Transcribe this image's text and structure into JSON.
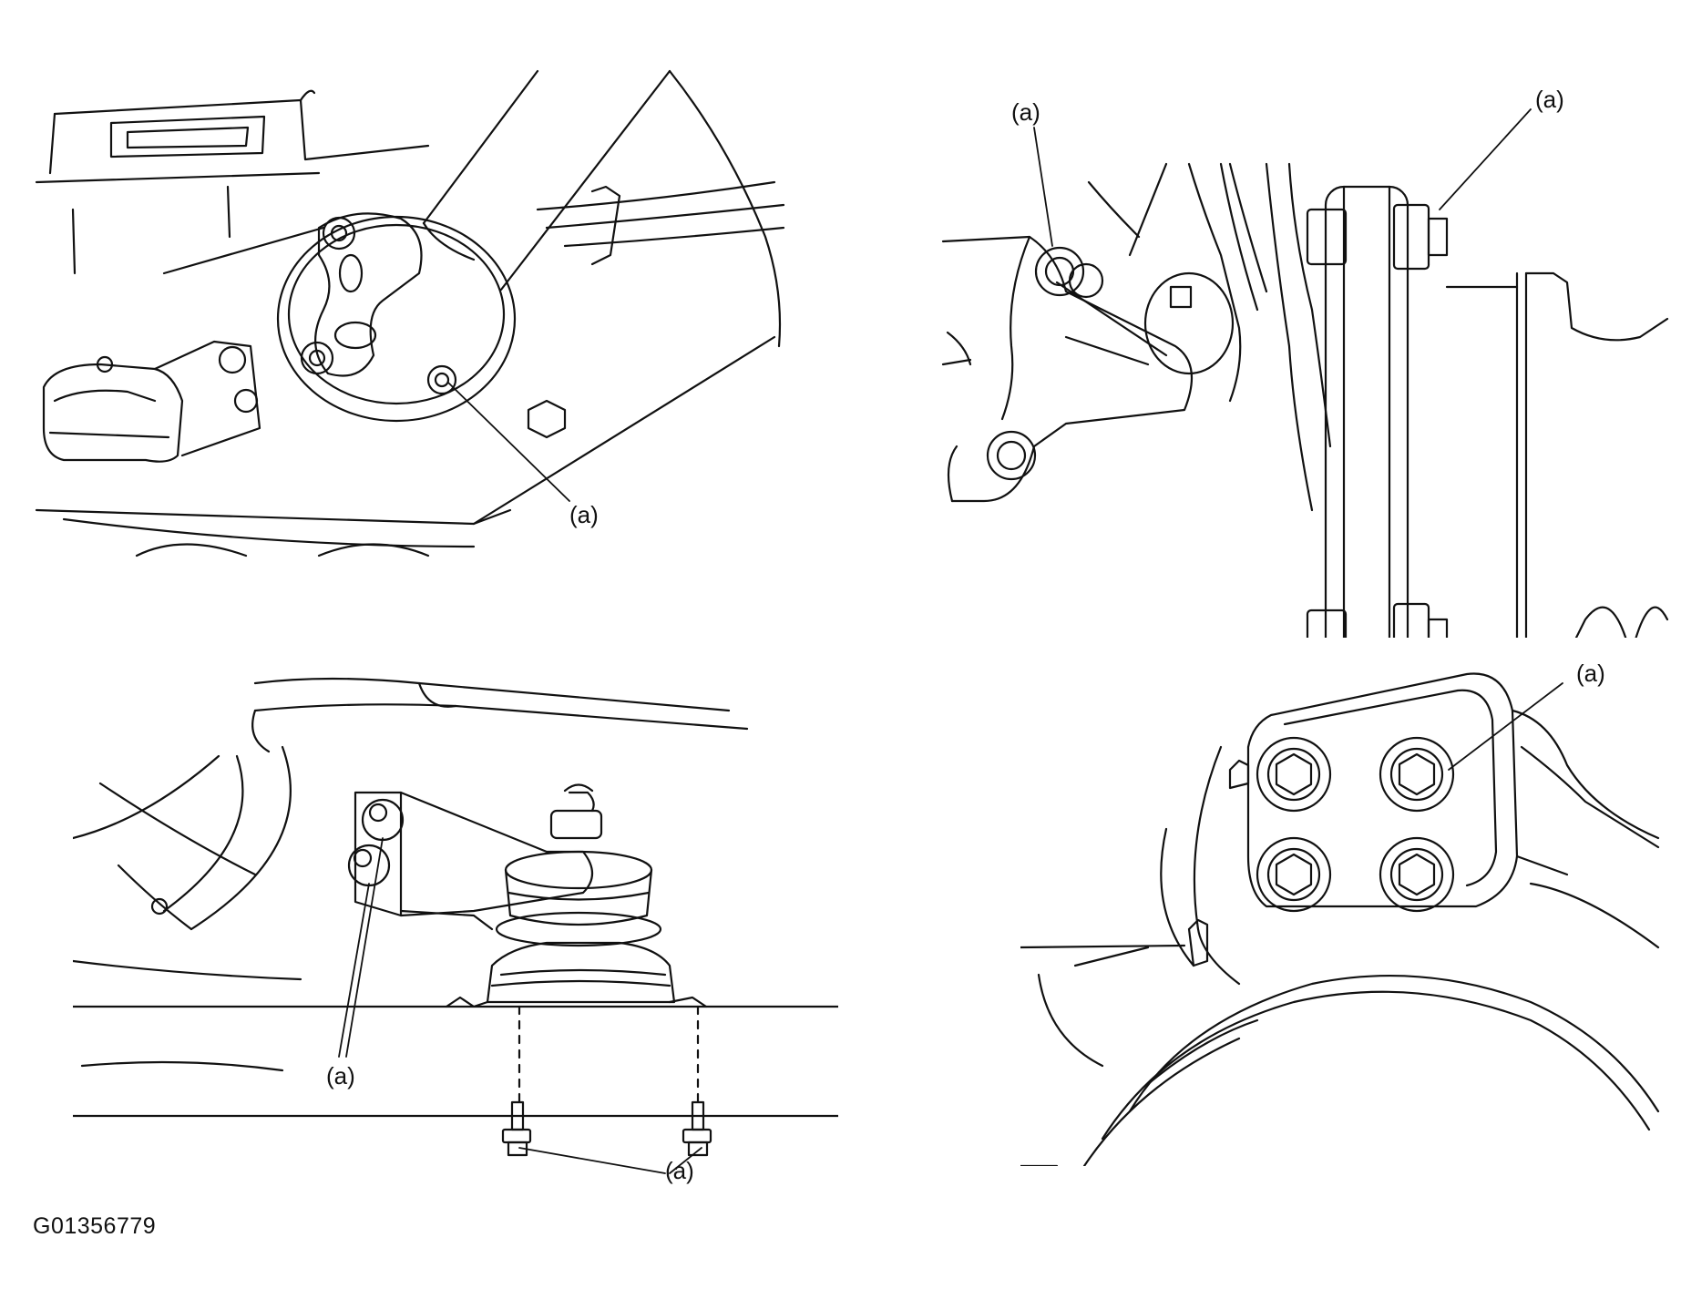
{
  "figure": {
    "id": "G01356779"
  },
  "panels": [
    {
      "name": "propeller-shaft-flange",
      "callouts": [
        "(a)"
      ]
    },
    {
      "name": "torque-rod",
      "callouts": [
        "(a)",
        "(a)"
      ]
    },
    {
      "name": "rear-engine-mount",
      "callouts": [
        "(a)",
        "(a)"
      ]
    },
    {
      "name": "mount-bracket-four-bolts",
      "callouts": [
        "(a)"
      ]
    }
  ],
  "colors": {
    "line": "#111111",
    "background": "#ffffff"
  }
}
